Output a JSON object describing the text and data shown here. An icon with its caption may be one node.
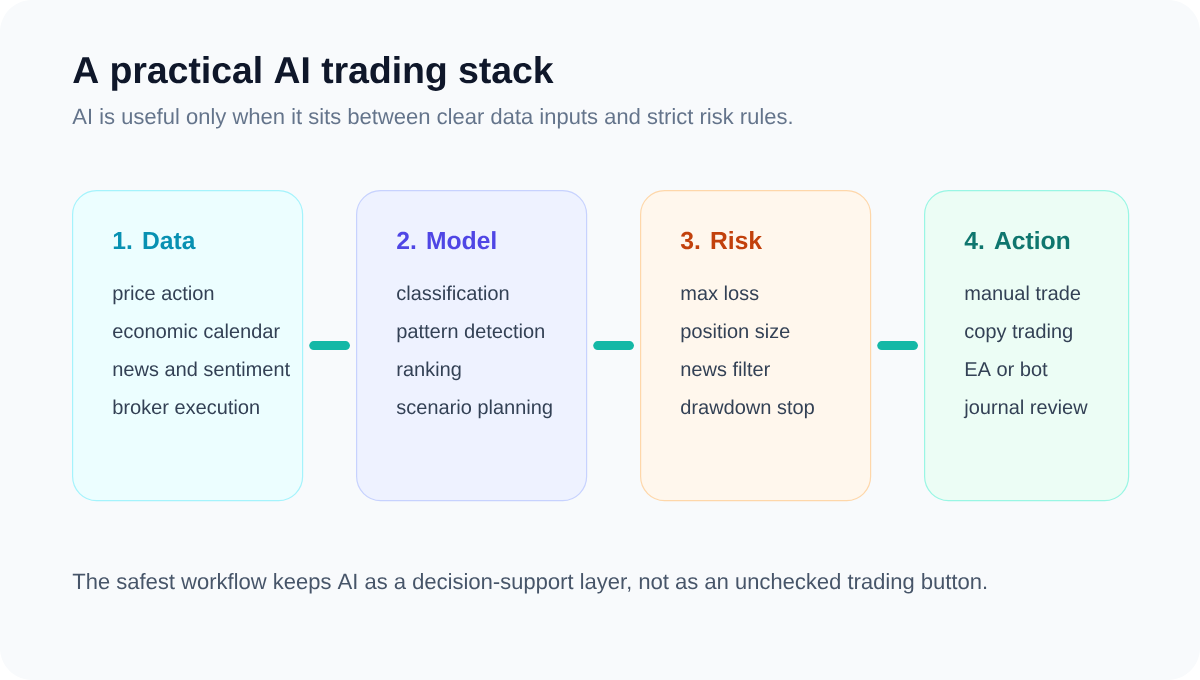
{
  "diagram": {
    "title": "A practical AI trading stack",
    "caption": "The safest workflow keeps AI as a decision-support layer, not as an unchecked trading button.",
    "labels": [
      "AI is useful only when it sits between clear data inputs and strict risk rules."
    ],
    "nodes": [
      {
        "text": [
          "1. Data",
          "price action",
          "economic calendar",
          "news and sentiment",
          "broker execution"
        ]
      },
      {
        "text": [
          "2. Model",
          "classification",
          "pattern detection",
          "ranking",
          "scenario planning"
        ]
      },
      {
        "text": [
          "3. Risk",
          "max loss",
          "position size",
          "news filter",
          "drawdown stop"
        ]
      },
      {
        "text": [
          "4. Action",
          "manual trade",
          "copy trading",
          "EA or bot",
          "journal review"
        ]
      }
    ],
    "edges": [
      {
        "from": 0,
        "to": 1,
        "arrow": "none"
      },
      {
        "from": 1,
        "to": 2,
        "arrow": "none"
      },
      {
        "from": 2,
        "to": 3,
        "arrow": "none"
      }
    ]
  }
}
